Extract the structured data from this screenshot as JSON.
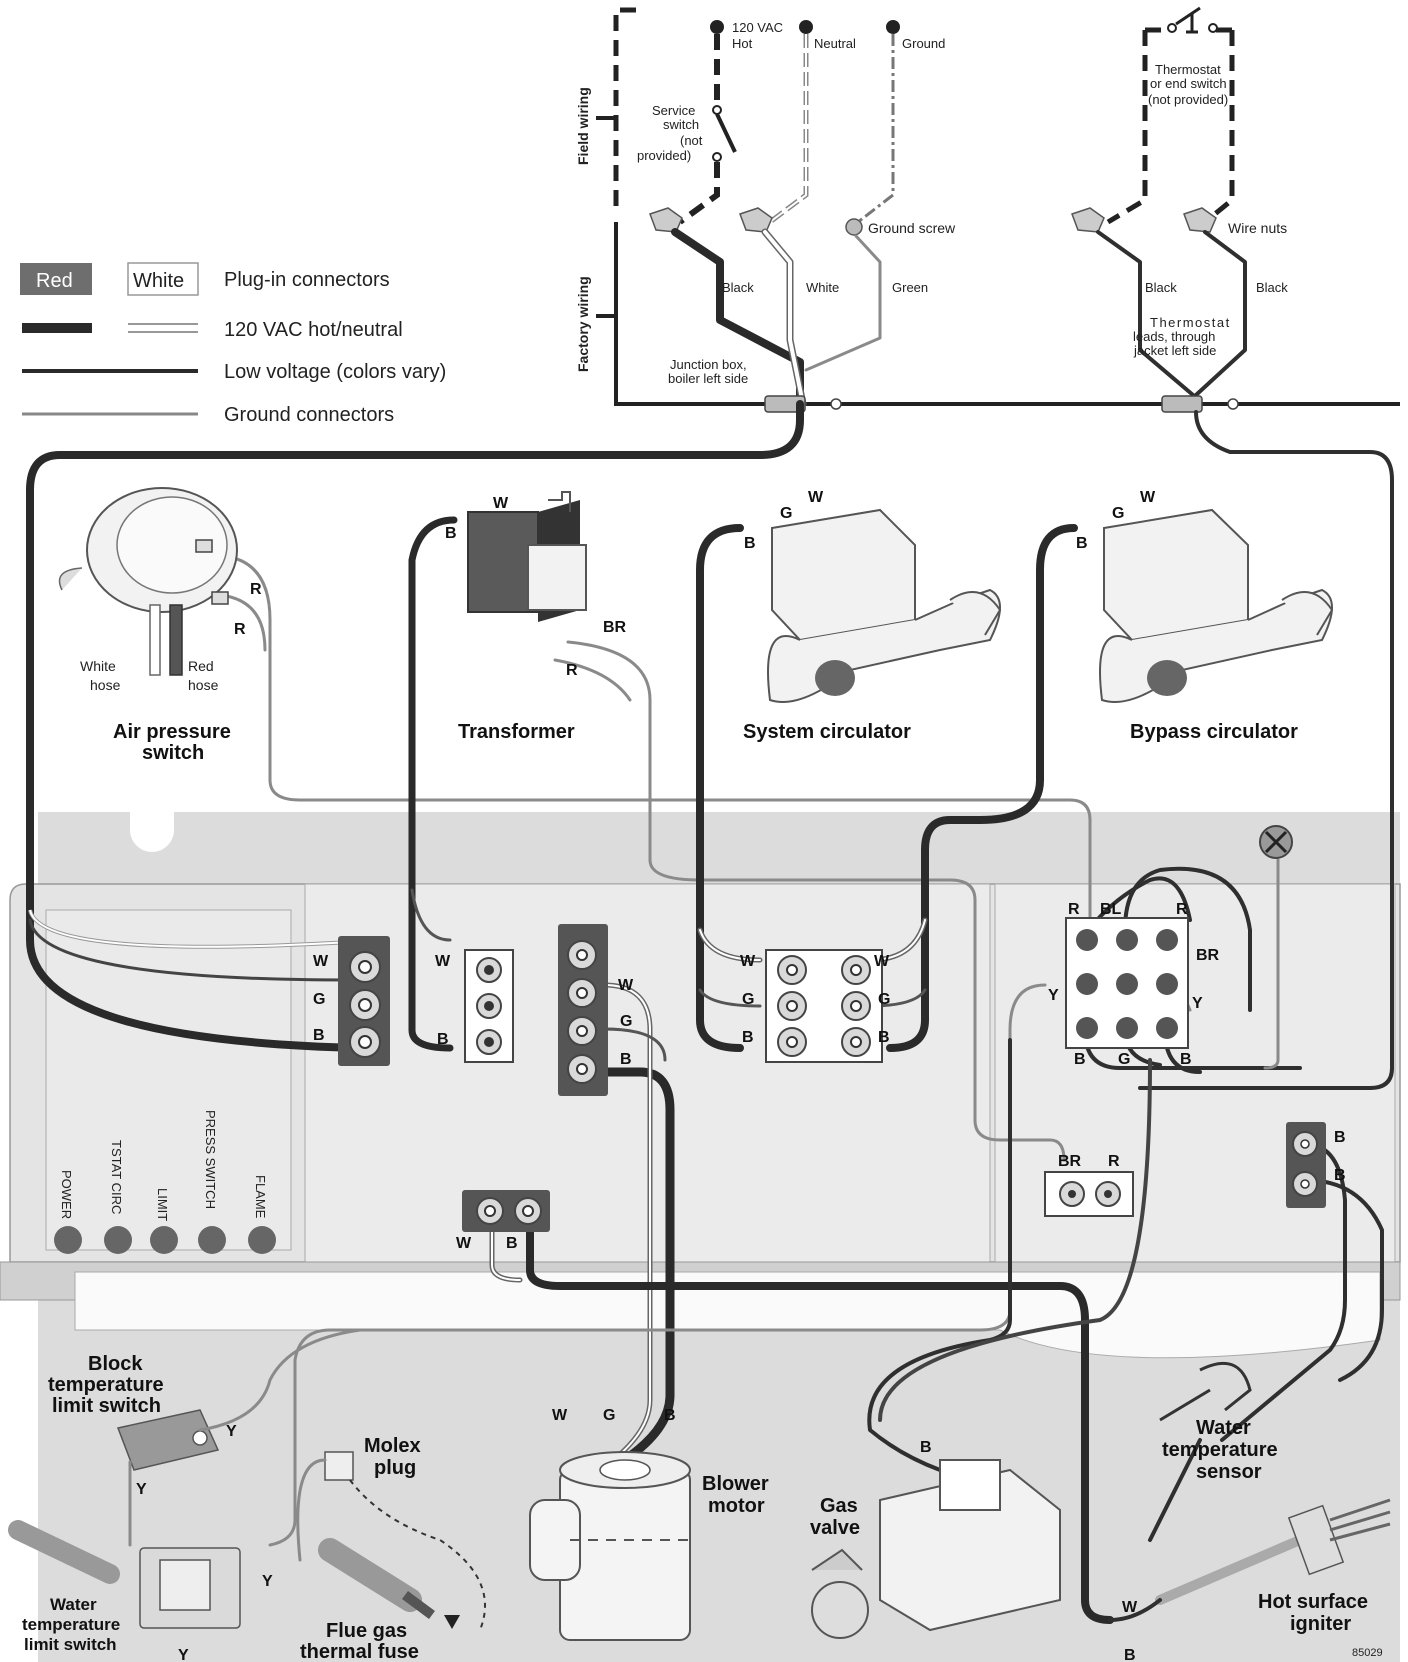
{
  "legend": {
    "red_box": "Red",
    "white_box": "White",
    "plug_in_connectors": "Plug-in connectors",
    "hot_neutral": "120 VAC hot/neutral",
    "low_voltage": "Low voltage (colors vary)",
    "ground_connectors": "Ground connectors"
  },
  "field_wiring": {
    "label": "Field wiring",
    "hot_line1": "120 VAC",
    "hot_line2": "Hot",
    "neutral": "Neutral",
    "ground": "Ground",
    "service_switch_lines": [
      "Service",
      "switch",
      "(not",
      "provided)"
    ],
    "thermostat_lines": [
      "Thermostat",
      "or end switch",
      "(not provided)"
    ]
  },
  "factory_wiring": {
    "label": "Factory wiring",
    "ground_screw": "Ground screw",
    "wire_nuts": "Wire nuts",
    "black_1": "Black",
    "white": "White",
    "green": "Green",
    "black_2": "Black",
    "black_3": "Black",
    "junction_box_lines": [
      "Junction box,",
      "boiler left side"
    ],
    "thermostat_leads_lines": [
      "Thermostat",
      "leads, through",
      "jacket left side"
    ]
  },
  "components": {
    "air_pressure_switch": [
      "Air pressure",
      "switch"
    ],
    "white_hose": [
      "White",
      "hose"
    ],
    "red_hose": [
      "Red",
      "hose"
    ],
    "transformer": "Transformer",
    "system_circulator": "System circulator",
    "bypass_circulator": "Bypass circulator",
    "block_temp_switch": [
      "Block",
      "temperature",
      "limit switch"
    ],
    "molex_plug": [
      "Molex",
      "plug"
    ],
    "blower_motor": [
      "Blower",
      "motor"
    ],
    "gas_valve": [
      "Gas",
      "valve"
    ],
    "water_temp_sensor": [
      "Water",
      "temperature",
      "sensor"
    ],
    "hot_surface_igniter": [
      "Hot surface",
      "igniter"
    ],
    "water_temp_limit_switch": [
      "Water",
      "temperature",
      "limit switch"
    ],
    "flue_gas_fuse": [
      "Flue gas",
      "thermal fuse"
    ]
  },
  "leds": [
    "POWER",
    "TSTAT CIRC",
    "LIMIT",
    "PRESS SWITCH",
    "FLAME"
  ],
  "pins": {
    "W": "W",
    "G": "G",
    "B": "B",
    "R": "R",
    "BR": "BR",
    "BL": "BL",
    "Y": "Y"
  },
  "figure_id": "85029"
}
